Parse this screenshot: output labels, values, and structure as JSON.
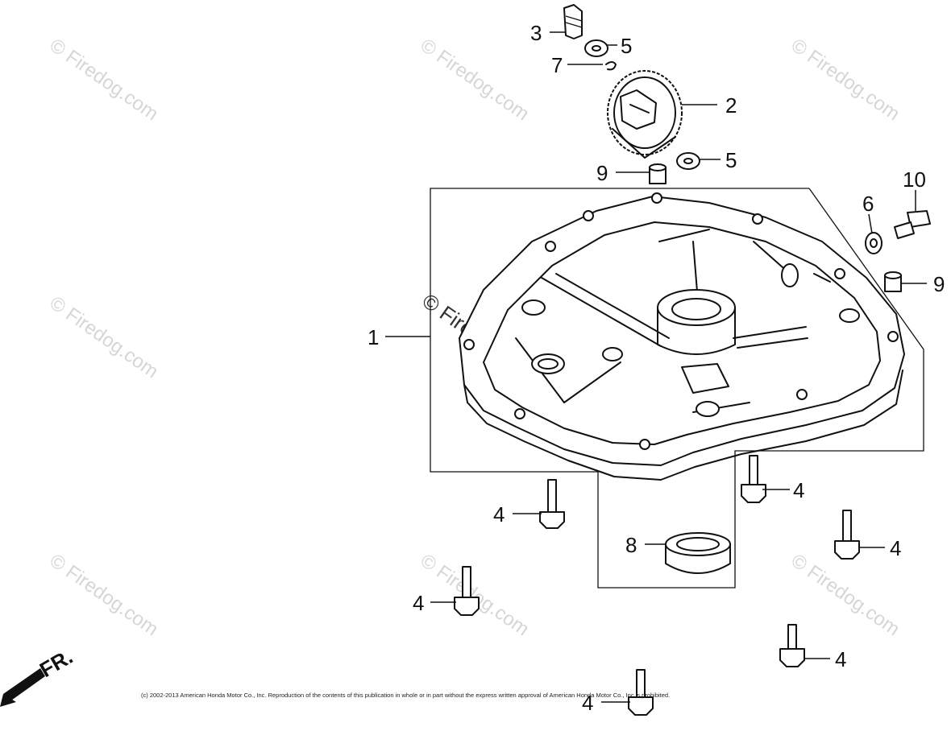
{
  "diagram": {
    "callouts": [
      {
        "id": "c3",
        "label": "3"
      },
      {
        "id": "c5a",
        "label": "5"
      },
      {
        "id": "c7",
        "label": "7"
      },
      {
        "id": "c2",
        "label": "2"
      },
      {
        "id": "c5b",
        "label": "5"
      },
      {
        "id": "c9a",
        "label": "9"
      },
      {
        "id": "c10",
        "label": "10"
      },
      {
        "id": "c6",
        "label": "6"
      },
      {
        "id": "c9b",
        "label": "9"
      },
      {
        "id": "c1",
        "label": "1"
      },
      {
        "id": "c4a",
        "label": "4"
      },
      {
        "id": "c4b",
        "label": "4"
      },
      {
        "id": "c8",
        "label": "8"
      },
      {
        "id": "c4c",
        "label": "4"
      },
      {
        "id": "c4d",
        "label": "4"
      },
      {
        "id": "c4e",
        "label": "4"
      },
      {
        "id": "c4f",
        "label": "4"
      }
    ],
    "watermark": "© Firedog.com",
    "front_marker": "FR.",
    "copyright": "(c) 2002-2013 American Honda Motor Co., Inc. Reproduction of the contents of this publication in whole or in part without the express written approval of American Honda Motor Co., Inc is prohibited."
  }
}
